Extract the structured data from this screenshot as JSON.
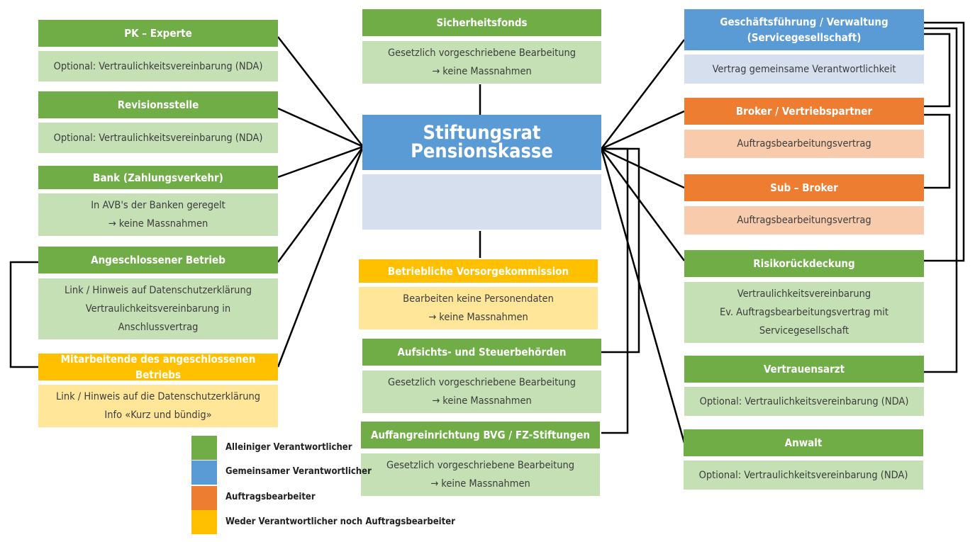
{
  "center": {
    "title": "Stiftungsrat Pensionskasse",
    "sicherheitsfonds_title": "Sicherheitsfonds",
    "sicherheitsfonds_line1": "Gesetzlich vorgeschriebene Bearbeitung",
    "sicherheitsfonds_line2": "→ keine Massnahmen",
    "vorsorge_title": "Betriebliche Vorsorgekommission",
    "vorsorge_line1": "Bearbeiten keine Personendaten",
    "vorsorge_line2": "→ keine Massnahmen",
    "aufsicht_title": "Aufsichts- und Steuerbehörden",
    "aufsicht_line1": "Gesetzlich vorgeschriebene Bearbeitung",
    "aufsicht_line2": "→ keine Massnahmen",
    "auffang_title": "Auffangreinrichtung BVG / FZ-Stiftungen",
    "auffang_line1": "Gesetzlich vorgeschriebene Bearbeitung",
    "auffang_line2": "→ keine Massnahmen"
  },
  "left": {
    "pk_title": "PK – Experte",
    "pk_body": "Optional: Vertraulichkeitsvereinbarung (NDA)",
    "revision_title": "Revisionsstelle",
    "revision_body": "Optional: Vertraulichkeitsvereinbarung (NDA)",
    "bank_title": "Bank (Zahlungsverkehr)",
    "bank_line1": "In AVB's der Banken geregelt",
    "bank_line2": "→ keine Massnahmen",
    "betrieb_title": "Angeschlossener Betrieb",
    "betrieb_line1": "Link / Hinweis auf Datenschutzerklärung",
    "betrieb_line2": "Vertraulichkeitsvereinbarung in",
    "betrieb_line3": "Anschlussvertrag",
    "mitarbeitende_title": "Mitarbeitende des angeschlossenen Betriebs",
    "mitarbeitende_line1": "Link / Hinweis auf die Datenschutzerklärung",
    "mitarbeitende_line2": "Info «Kurz und bündig»"
  },
  "right": {
    "gf_title_line1": "Geschäftsführung / Verwaltung",
    "gf_title_line2": "(Servicegesellschaft)",
    "gf_body": "Vertrag gemeinsame Verantwortlichkeit",
    "broker_title": "Broker / Vertriebspartner",
    "broker_body": "Auftragsbearbeitungsvertrag",
    "subbroker_title": "Sub – Broker",
    "subbroker_body": "Auftragsbearbeitungsvertrag",
    "risiko_title": "Risikorückdeckung",
    "risiko_line1": "Vertraulichkeitsvereinbarung",
    "risiko_line2": "Ev. Auftragsbearbeitungsvertrag mit",
    "risiko_line3": "Servicegesellschaft",
    "arzt_title": "Vertrauensarzt",
    "arzt_body": "Optional: Vertraulichkeitsvereinbarung (NDA)",
    "anwalt_title": "Anwalt",
    "anwalt_body": "Optional: Vertraulichkeitsvereinbarung (NDA)"
  },
  "legend": {
    "items": [
      {
        "label": "Alleiniger Verantwortlicher",
        "color": "#70ad47"
      },
      {
        "label": "Gemeinsamer Verantwortlicher",
        "color": "#5b9bd5"
      },
      {
        "label": "Auftragsbearbeiter",
        "color": "#ed7d31"
      },
      {
        "label": "Weder Verantwortlicher noch Auftragsbearbeiter",
        "color": "#ffc000"
      }
    ]
  }
}
